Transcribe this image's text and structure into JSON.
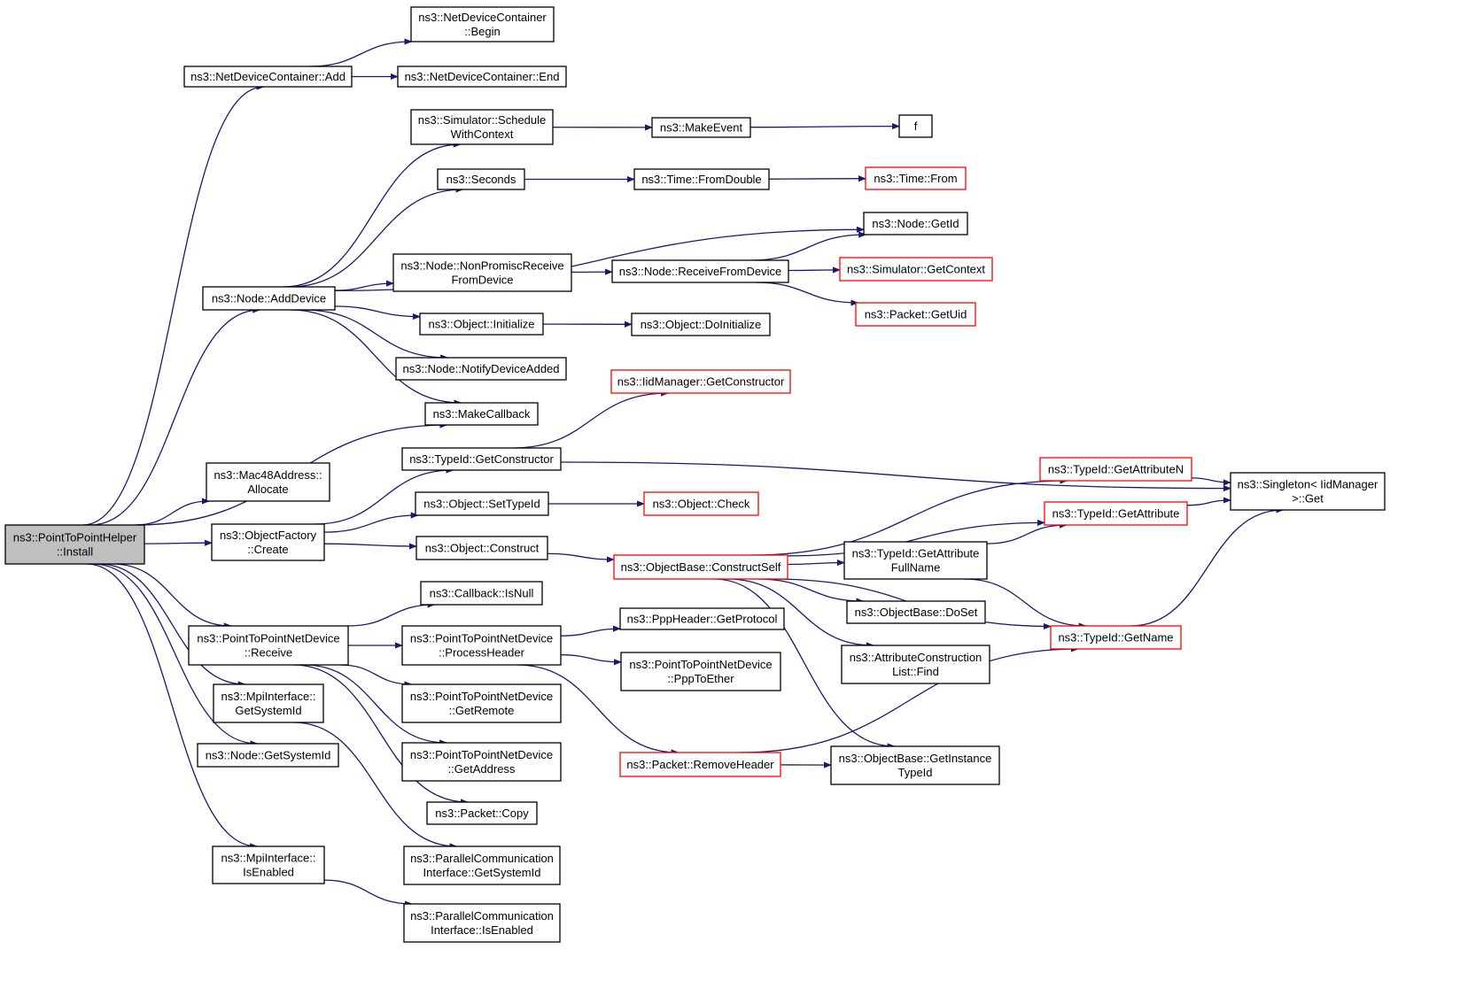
{
  "colors": {
    "edge": "#191970",
    "normal_border": "#000000",
    "truncated_border": "#ff0000",
    "focus_fill": "#bfbfbf"
  },
  "nodes": [
    {
      "id": "install",
      "lines": [
        "ns3::PointToPointHelper",
        "::Install"
      ],
      "style": "focus"
    },
    {
      "id": "ndc_add",
      "lines": [
        "ns3::NetDeviceContainer::Add"
      ],
      "style": "normal"
    },
    {
      "id": "ndc_begin",
      "lines": [
        "ns3::NetDeviceContainer",
        "::Begin"
      ],
      "style": "normal"
    },
    {
      "id": "ndc_end",
      "lines": [
        "ns3::NetDeviceContainer::End"
      ],
      "style": "normal"
    },
    {
      "id": "sched_ctx",
      "lines": [
        "ns3::Simulator::Schedule",
        "WithContext"
      ],
      "style": "normal"
    },
    {
      "id": "make_event",
      "lines": [
        "ns3::MakeEvent"
      ],
      "style": "normal"
    },
    {
      "id": "f",
      "lines": [
        "f"
      ],
      "style": "normal"
    },
    {
      "id": "seconds",
      "lines": [
        "ns3::Seconds"
      ],
      "style": "normal"
    },
    {
      "id": "time_fromdouble",
      "lines": [
        "ns3::Time::FromDouble"
      ],
      "style": "normal"
    },
    {
      "id": "time_from",
      "lines": [
        "ns3::Time::From"
      ],
      "style": "truncated"
    },
    {
      "id": "node_getid",
      "lines": [
        "ns3::Node::GetId"
      ],
      "style": "normal"
    },
    {
      "id": "nonpromisc",
      "lines": [
        "ns3::Node::NonPromiscReceive",
        "FromDevice"
      ],
      "style": "normal"
    },
    {
      "id": "recv_from_dev",
      "lines": [
        "ns3::Node::ReceiveFromDevice"
      ],
      "style": "normal"
    },
    {
      "id": "sim_getctx",
      "lines": [
        "ns3::Simulator::GetContext"
      ],
      "style": "truncated"
    },
    {
      "id": "pkt_getuid",
      "lines": [
        "ns3::Packet::GetUid"
      ],
      "style": "truncated"
    },
    {
      "id": "node_adddevice",
      "lines": [
        "ns3::Node::AddDevice"
      ],
      "style": "normal"
    },
    {
      "id": "obj_init",
      "lines": [
        "ns3::Object::Initialize"
      ],
      "style": "normal"
    },
    {
      "id": "obj_doinit",
      "lines": [
        "ns3::Object::DoInitialize"
      ],
      "style": "normal"
    },
    {
      "id": "notify_added",
      "lines": [
        "ns3::Node::NotifyDeviceAdded"
      ],
      "style": "normal"
    },
    {
      "id": "make_callback",
      "lines": [
        "ns3::MakeCallback"
      ],
      "style": "normal"
    },
    {
      "id": "iid_getctor",
      "lines": [
        "ns3::IidManager::GetConstructor"
      ],
      "style": "truncated"
    },
    {
      "id": "typeid_getctor",
      "lines": [
        "ns3::TypeId::GetConstructor"
      ],
      "style": "normal"
    },
    {
      "id": "mac48",
      "lines": [
        "ns3::Mac48Address::",
        "Allocate"
      ],
      "style": "normal"
    },
    {
      "id": "singleton_get",
      "lines": [
        "ns3::Singleton< IidManager",
        "  >::Get"
      ],
      "style": "normal"
    },
    {
      "id": "typeid_getattrn",
      "lines": [
        "ns3::TypeId::GetAttributeN"
      ],
      "style": "truncated"
    },
    {
      "id": "obj_settypeid",
      "lines": [
        "ns3::Object::SetTypeId"
      ],
      "style": "normal"
    },
    {
      "id": "obj_check",
      "lines": [
        "ns3::Object::Check"
      ],
      "style": "truncated"
    },
    {
      "id": "objfactory_create",
      "lines": [
        "ns3::ObjectFactory",
        "::Create"
      ],
      "style": "normal"
    },
    {
      "id": "typeid_getattr",
      "lines": [
        "ns3::TypeId::GetAttribute"
      ],
      "style": "truncated"
    },
    {
      "id": "obj_construct",
      "lines": [
        "ns3::Object::Construct"
      ],
      "style": "normal"
    },
    {
      "id": "typeid_getattrfull",
      "lines": [
        "ns3::TypeId::GetAttribute",
        "FullName"
      ],
      "style": "normal"
    },
    {
      "id": "objbase_constructself",
      "lines": [
        "ns3::ObjectBase::ConstructSelf"
      ],
      "style": "truncated"
    },
    {
      "id": "cb_isnull",
      "lines": [
        "ns3::Callback::IsNull"
      ],
      "style": "normal"
    },
    {
      "id": "objbase_doset",
      "lines": [
        "ns3::ObjectBase::DoSet"
      ],
      "style": "normal"
    },
    {
      "id": "ppp_getprotocol",
      "lines": [
        "ns3::PppHeader::GetProtocol"
      ],
      "style": "normal"
    },
    {
      "id": "p2p_receive",
      "lines": [
        "ns3::PointToPointNetDevice",
        "::Receive"
      ],
      "style": "normal"
    },
    {
      "id": "p2p_processheader",
      "lines": [
        "ns3::PointToPointNetDevice",
        "::ProcessHeader"
      ],
      "style": "normal"
    },
    {
      "id": "typeid_getname",
      "lines": [
        "ns3::TypeId::GetName"
      ],
      "style": "truncated"
    },
    {
      "id": "attrcl_find",
      "lines": [
        "ns3::AttributeConstruction",
        "List::Find"
      ],
      "style": "normal"
    },
    {
      "id": "p2p_ppptoether",
      "lines": [
        "ns3::PointToPointNetDevice",
        "::PppToEther"
      ],
      "style": "normal"
    },
    {
      "id": "mpi_getsysid",
      "lines": [
        "ns3::MpiInterface::",
        "GetSystemId"
      ],
      "style": "normal"
    },
    {
      "id": "p2p_getremote",
      "lines": [
        "ns3::PointToPointNetDevice",
        "::GetRemote"
      ],
      "style": "normal"
    },
    {
      "id": "node_getsysid",
      "lines": [
        "ns3::Node::GetSystemId"
      ],
      "style": "normal"
    },
    {
      "id": "p2p_getaddress",
      "lines": [
        "ns3::PointToPointNetDevice",
        "::GetAddress"
      ],
      "style": "normal"
    },
    {
      "id": "pkt_removeheader",
      "lines": [
        "ns3::Packet::RemoveHeader"
      ],
      "style": "truncated"
    },
    {
      "id": "objbase_getinsttype",
      "lines": [
        "ns3::ObjectBase::GetInstance",
        "TypeId"
      ],
      "style": "normal"
    },
    {
      "id": "pkt_copy",
      "lines": [
        "ns3::Packet::Copy"
      ],
      "style": "normal"
    },
    {
      "id": "mpi_isenabled",
      "lines": [
        "ns3::MpiInterface::",
        "IsEnabled"
      ],
      "style": "normal"
    },
    {
      "id": "pci_getsysid",
      "lines": [
        "ns3::ParallelCommunication",
        "Interface::GetSystemId"
      ],
      "style": "normal"
    },
    {
      "id": "pci_isenabled",
      "lines": [
        "ns3::ParallelCommunication",
        "Interface::IsEnabled"
      ],
      "style": "normal"
    }
  ],
  "edges": [
    [
      "install",
      "ndc_add"
    ],
    [
      "ndc_add",
      "ndc_begin"
    ],
    [
      "ndc_add",
      "ndc_end"
    ],
    [
      "install",
      "node_adddevice"
    ],
    [
      "install",
      "make_callback"
    ],
    [
      "install",
      "mac48"
    ],
    [
      "install",
      "objfactory_create"
    ],
    [
      "install",
      "p2p_receive"
    ],
    [
      "install",
      "mpi_getsysid"
    ],
    [
      "install",
      "node_getsysid"
    ],
    [
      "install",
      "mpi_isenabled"
    ],
    [
      "node_adddevice",
      "sched_ctx"
    ],
    [
      "node_adddevice",
      "seconds"
    ],
    [
      "node_adddevice",
      "node_getid"
    ],
    [
      "node_adddevice",
      "nonpromisc"
    ],
    [
      "node_adddevice",
      "obj_init"
    ],
    [
      "node_adddevice",
      "notify_added"
    ],
    [
      "node_adddevice",
      "make_callback"
    ],
    [
      "sched_ctx",
      "make_event"
    ],
    [
      "make_event",
      "f"
    ],
    [
      "seconds",
      "time_fromdouble"
    ],
    [
      "time_fromdouble",
      "time_from"
    ],
    [
      "nonpromisc",
      "recv_from_dev"
    ],
    [
      "recv_from_dev",
      "node_getid"
    ],
    [
      "recv_from_dev",
      "sim_getctx"
    ],
    [
      "recv_from_dev",
      "pkt_getuid"
    ],
    [
      "obj_init",
      "obj_doinit"
    ],
    [
      "objfactory_create",
      "typeid_getctor"
    ],
    [
      "objfactory_create",
      "obj_settypeid"
    ],
    [
      "objfactory_create",
      "obj_construct"
    ],
    [
      "typeid_getctor",
      "iid_getctor"
    ],
    [
      "typeid_getctor",
      "singleton_get"
    ],
    [
      "obj_settypeid",
      "obj_check"
    ],
    [
      "obj_construct",
      "objbase_constructself"
    ],
    [
      "objbase_constructself",
      "typeid_getattrn"
    ],
    [
      "objbase_constructself",
      "typeid_getattr"
    ],
    [
      "objbase_constructself",
      "typeid_getattrfull"
    ],
    [
      "objbase_constructself",
      "objbase_doset"
    ],
    [
      "objbase_constructself",
      "attrcl_find"
    ],
    [
      "objbase_constructself",
      "typeid_getname"
    ],
    [
      "objbase_constructself",
      "objbase_getinsttype"
    ],
    [
      "typeid_getattrn",
      "singleton_get"
    ],
    [
      "typeid_getattr",
      "singleton_get"
    ],
    [
      "typeid_getattrfull",
      "typeid_getattr"
    ],
    [
      "typeid_getattrfull",
      "typeid_getname"
    ],
    [
      "typeid_getname",
      "singleton_get"
    ],
    [
      "p2p_receive",
      "cb_isnull"
    ],
    [
      "p2p_receive",
      "p2p_processheader"
    ],
    [
      "p2p_receive",
      "p2p_getremote"
    ],
    [
      "p2p_receive",
      "p2p_getaddress"
    ],
    [
      "p2p_receive",
      "pkt_copy"
    ],
    [
      "p2p_processheader",
      "ppp_getprotocol"
    ],
    [
      "p2p_processheader",
      "p2p_ppptoether"
    ],
    [
      "p2p_processheader",
      "pkt_removeheader"
    ],
    [
      "pkt_removeheader",
      "objbase_getinsttype"
    ],
    [
      "pkt_removeheader",
      "typeid_getname"
    ],
    [
      "mpi_getsysid",
      "pci_getsysid"
    ],
    [
      "mpi_isenabled",
      "pci_isenabled"
    ]
  ]
}
